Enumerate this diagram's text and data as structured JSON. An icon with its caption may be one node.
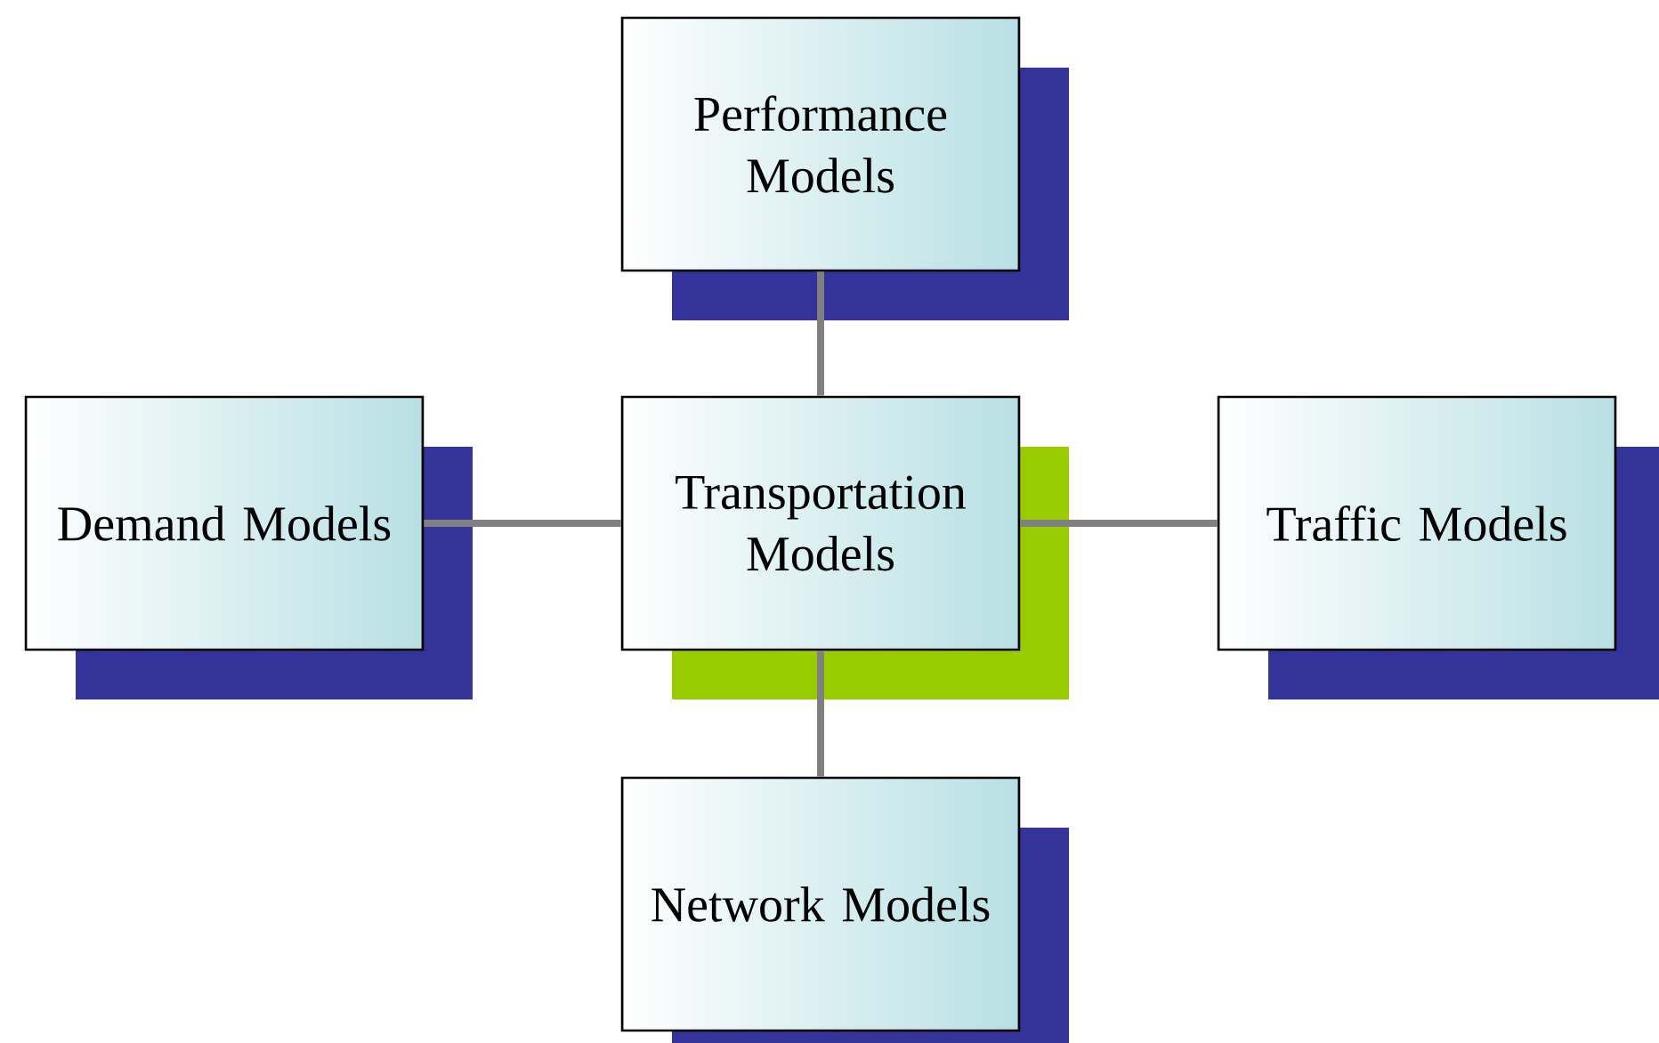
{
  "diagram": {
    "nodes": [
      {
        "text": [
          "Performance Models"
        ]
      },
      {
        "text": [
          "Demand Models"
        ]
      },
      {
        "text": [
          "Transportation Models"
        ]
      },
      {
        "text": [
          "Traffic Models"
        ]
      },
      {
        "text": [
          "Network Models"
        ]
      }
    ],
    "edges": [
      {
        "from": 2,
        "to": 0,
        "arrow": "none"
      },
      {
        "from": 1,
        "to": 2,
        "arrow": "none"
      },
      {
        "from": 2,
        "to": 3,
        "arrow": "none"
      },
      {
        "from": 2,
        "to": 4,
        "arrow": "none"
      }
    ]
  }
}
